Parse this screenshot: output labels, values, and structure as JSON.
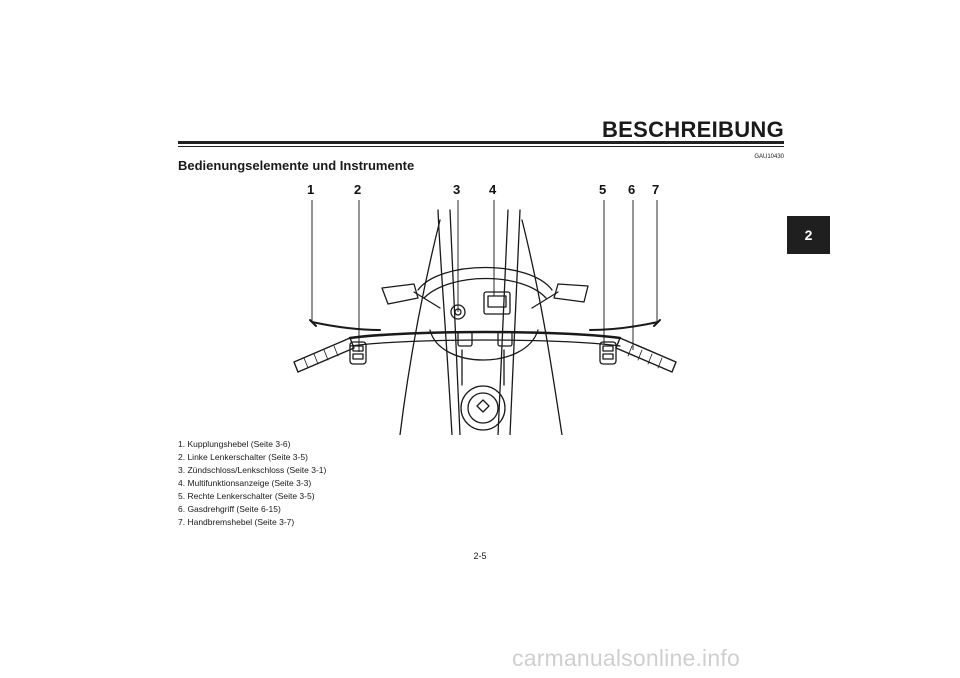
{
  "header": {
    "title": "BESCHREIBUNG"
  },
  "ref_code": "GAU10430",
  "section_title": "Bedienungselemente und Instrumente",
  "chapter_tab": "2",
  "figure": {
    "callouts": [
      "1",
      "2",
      "3",
      "4",
      "5",
      "6",
      "7"
    ]
  },
  "legend": [
    "1. Kupplungshebel (Seite 3-6)",
    "2. Linke Lenkerschalter (Seite 3-5)",
    "3. Zündschloss/Lenkschloss (Seite 3-1)",
    "4. Multifunktionsanzeige (Seite 3-3)",
    "5. Rechte Lenkerschalter (Seite 3-5)",
    "6. Gasdrehgriff (Seite 6-15)",
    "7. Handbremshebel (Seite 3-7)"
  ],
  "page_number": "2-5",
  "watermark": "carmanualsonline.info"
}
